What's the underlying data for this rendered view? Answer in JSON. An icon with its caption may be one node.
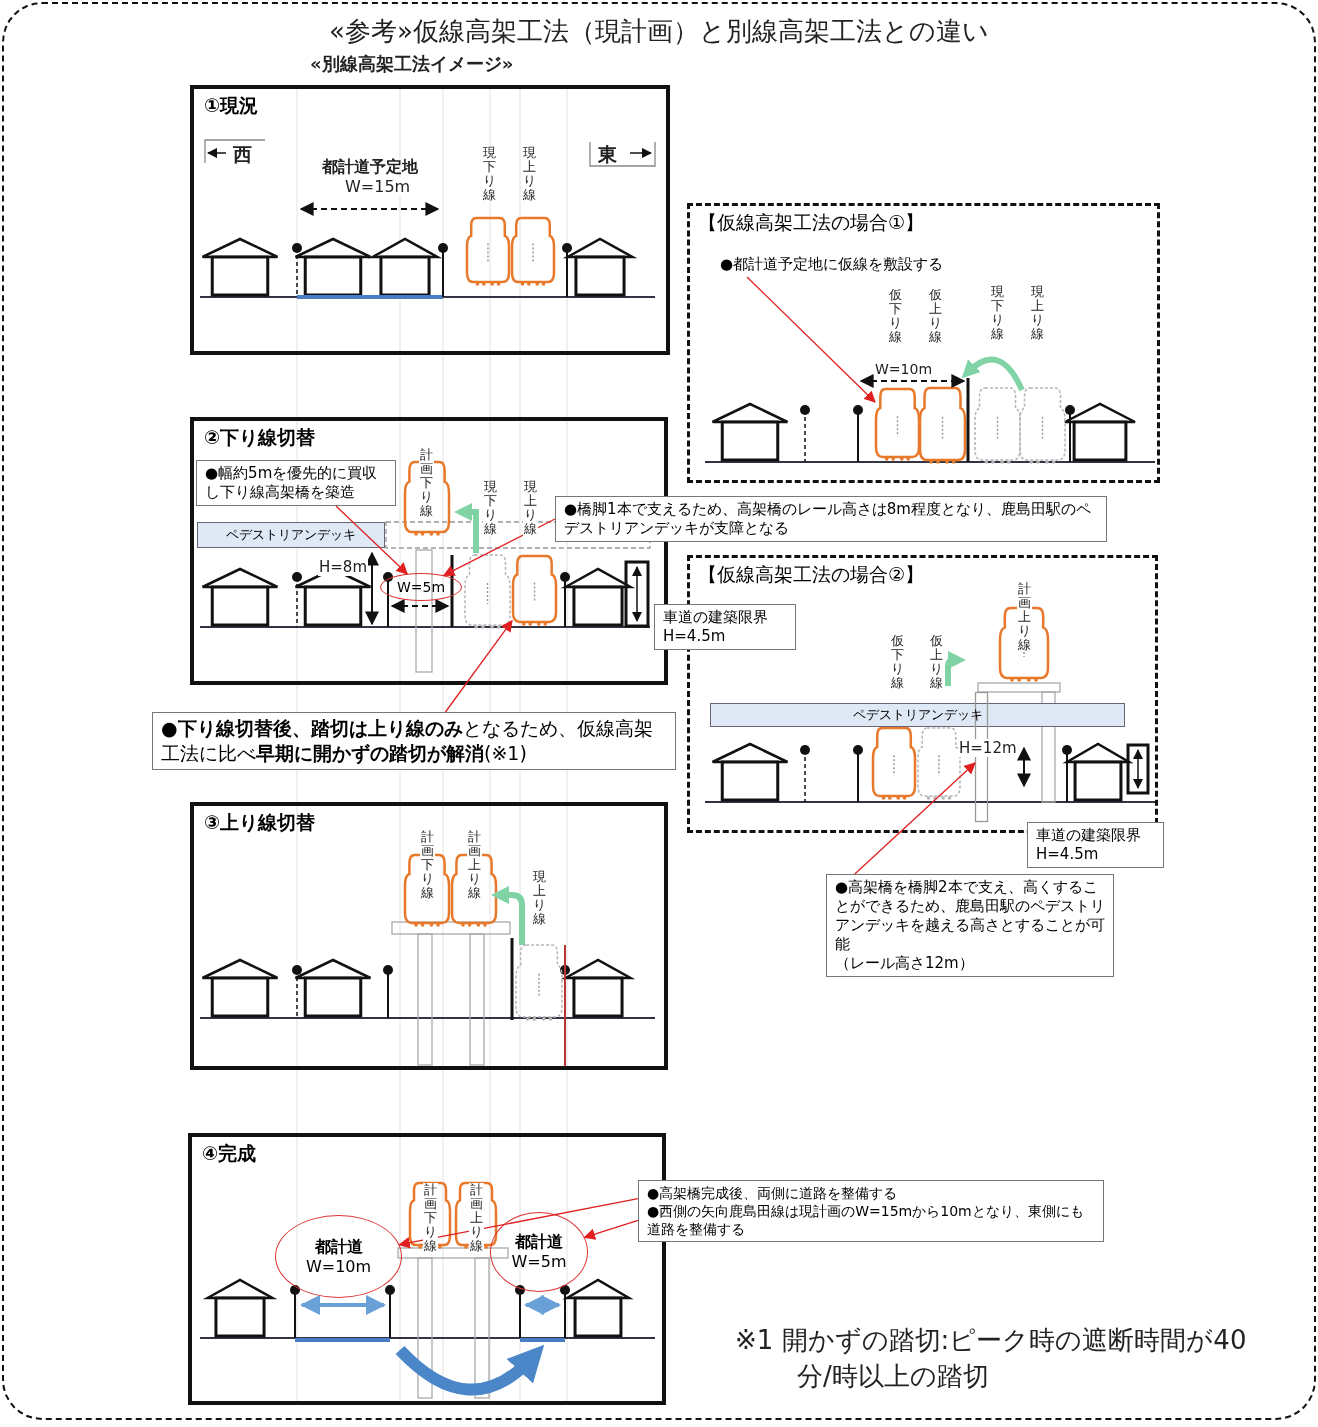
{
  "diagram": {
    "title": "«参考»仮線高架工法（現計画）と別線高架工法との違い",
    "nodes": [
      {
        "text": [
          "①現況"
        ]
      },
      {
        "text": [
          "【仮線高架工法の場合①】"
        ]
      },
      {
        "text": [
          "●都計道予定地に仮線を敷設する"
        ],
        "in": 1
      },
      {
        "text": [
          "②下り線切替"
        ]
      },
      {
        "text": [
          "●幅約5mを優先的に買収し下り線高架橋を築造"
        ],
        "in": 3
      },
      {
        "text": [
          "ペデストリアンデッキ"
        ],
        "in": 3
      },
      {
        "text": [
          "W=5m"
        ],
        "in": 3
      },
      {
        "text": [
          "●橋脚1本で支えるため、高架橋のレール高さは8m程度となり、鹿島田駅のペデストリアンデッキが支障となる"
        ]
      },
      {
        "text": [
          "車道の建築限界",
          "H=4.5m"
        ]
      },
      {
        "text": [
          "【仮線高架工法の場合②】"
        ]
      },
      {
        "text": [
          "ペデストリアンデッキ"
        ],
        "in": 9
      },
      {
        "text": [
          "車道の建築限界",
          "H=4.5m"
        ]
      },
      {
        "text": [
          "●**下り線切替後、踏切は上り線のみ**となるため、仮線高架工法に比べ**早期に開かずの踏切が解消**(※1)"
        ]
      },
      {
        "text": [
          "③上り線切替"
        ]
      },
      {
        "text": [
          "●高架橋を橋脚2本で支え、高くすることができるため、鹿島田駅のペデストリアンデッキを越える高さとすることが可能",
          "（レール高さ12m）"
        ]
      },
      {
        "text": [
          "④完成"
        ]
      },
      {
        "text": [
          "都計道",
          "W=10m"
        ],
        "in": 15
      },
      {
        "text": [
          "都計道",
          "W=5m"
        ],
        "in": 15
      },
      {
        "text": [
          "●高架橋完成後、両側に道路を整備する",
          "●西側の矢向鹿島田線は現計画のW=15mから10mとなり、東側にも道路を整備する"
        ]
      },
      {
        "text": [],
        "shape": "picture",
        "in": 1
      },
      {
        "text": [],
        "shape": "picture",
        "in": 3
      },
      {
        "text": [],
        "shape": "box",
        "in": 9
      }
    ],
    "edges": [
      {
        "from": 2,
        "to": 19,
        "arrow": "to"
      },
      {
        "from": 4,
        "to": 6,
        "arrow": "to"
      },
      {
        "from": 7,
        "to": 6,
        "arrow": "to"
      },
      {
        "from": 12,
        "to": 20,
        "arrow": "to"
      },
      {
        "from": 14,
        "to": 21,
        "arrow": "to"
      },
      {
        "from": 18,
        "to": 16,
        "arrow": "to"
      },
      {
        "from": 18,
        "to": 17,
        "arrow": "to"
      }
    ],
    "labels": [
      "«別線高架工法イメージ»",
      "西",
      "東",
      "都計道予定地",
      "W=15m",
      "現下り線",
      "現上り線",
      "仮下り線",
      "仮上り線",
      "現下り線",
      "現上り線",
      "W=10m",
      "計画下り線",
      "現下り線",
      "現上り線",
      "H=8m",
      "計画上り線",
      "仮下り線",
      "仮上り線",
      "H=12m",
      "計画下り線",
      "計画上り線",
      "現上り線",
      "計画下り線",
      "計画上り線",
      "※1 開かずの踏切:ピーク時の遮断時間が40分/時以上の踏切"
    ]
  }
}
